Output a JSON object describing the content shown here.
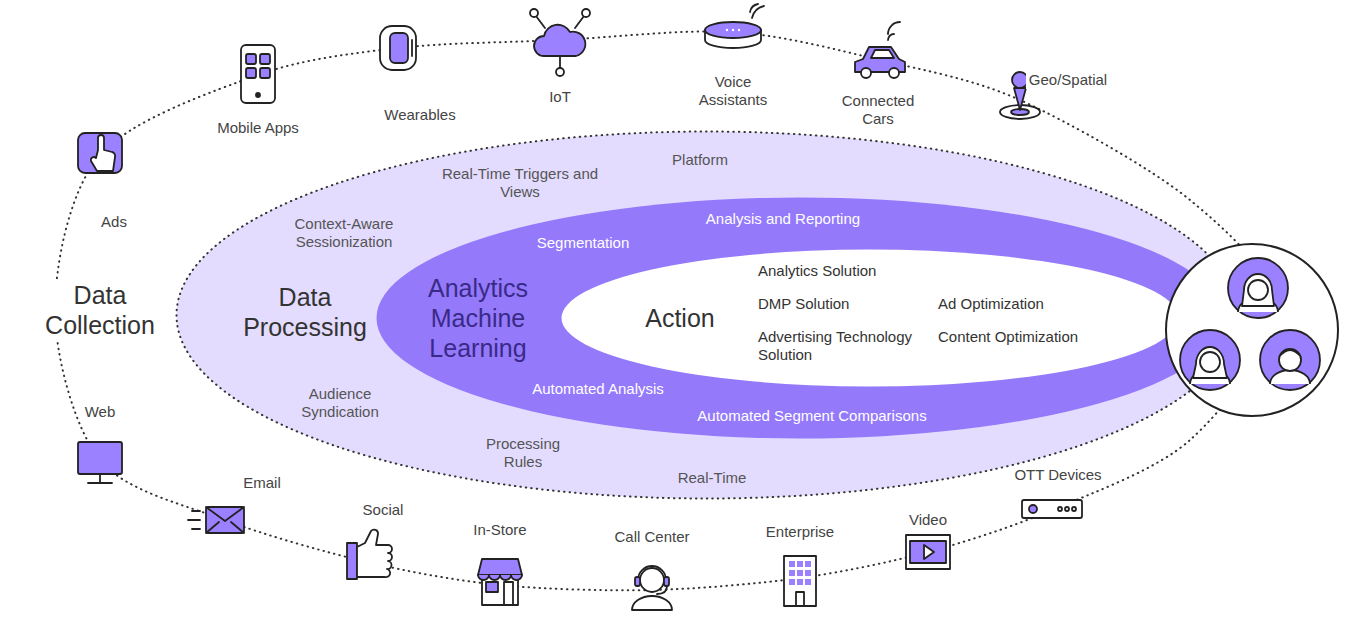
{
  "diagram": {
    "nodes": [
      {
        "text": [
          "Data Collection"
        ]
      },
      {
        "text": [
          "Data Processing",
          "Real-Time Triggers and Views",
          "Platform",
          "Context-Aware Sessionization",
          "Audience Syndication",
          "Processing Rules",
          "Real-Time"
        ],
        "in": 0
      },
      {
        "text": [
          "Analytics Machine Learning",
          "Segmentation",
          "Analysis and Reporting",
          "Automated Analysis",
          "Automated Segment Comparisons"
        ],
        "in": 1
      },
      {
        "text": [
          "Action",
          "Analytics Solution",
          "DMP Solution",
          "Advertising Technology Solution",
          "Ad Optimization",
          "Content Optimization"
        ],
        "in": 2
      }
    ],
    "labels": [
      "Ads",
      "Mobile Apps",
      "Wearables",
      "IoT",
      "Voice Assistants",
      "Connected Cars",
      "Geo/Spatial",
      "Web",
      "Email",
      "Social",
      "In-Store",
      "Call Center",
      "Enterprise",
      "Video",
      "OTT Devices"
    ]
  }
}
